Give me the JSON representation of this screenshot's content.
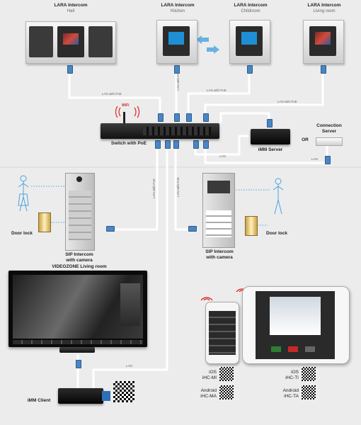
{
  "lara": [
    {
      "title": "LARA Intercom",
      "room": "Hall"
    },
    {
      "title": "LARA Intercom",
      "room": "Kitchen"
    },
    {
      "title": "LARA Intercom",
      "room": "Childroom"
    },
    {
      "title": "LARA Intercom",
      "room": "Living room"
    }
  ],
  "cables": {
    "lan_poe_1": "LAN with PoE",
    "lan_poe_2": "LAN with PoE",
    "lan_poe_3": "LAN with PoE",
    "lan_poe_4": "LAN with PoE",
    "lan_poe_left": "LAN with PoE",
    "lan_poe_right": "LAN with PoE",
    "lan_1": "LAN",
    "lan_2": "LAN",
    "lan_3": "LAN"
  },
  "switch": {
    "label": "Switch with PoE",
    "wifi": "WiFi"
  },
  "server": {
    "imm": "iMM Server",
    "or": "OR",
    "connection_line1": "Connection",
    "connection_line2": "Server"
  },
  "door_lock_left": "Door lock",
  "door_lock_right": "Door lock",
  "sip_left": {
    "line1": "SIP Intercom",
    "line2": "with camera"
  },
  "sip_right": {
    "line1": "SIP Intercom",
    "line2": "with camera"
  },
  "videozone": {
    "title": "VIDEOZONE Living room"
  },
  "imm_client": "iMM Client",
  "apps": {
    "ios_phone": "iOS",
    "ios_phone_app": "iHC-MI",
    "android_phone": "Android",
    "android_phone_app": "iHC-MA",
    "ios_tablet": "iOS",
    "ios_tablet_app": "iHC-TI",
    "android_tablet": "Android",
    "android_tablet_app": "iHC-TA"
  },
  "colors": {
    "plug": "#4a86c5",
    "cable": "#ffffff",
    "bg": "#ececec",
    "accent": "#4aa3df"
  }
}
